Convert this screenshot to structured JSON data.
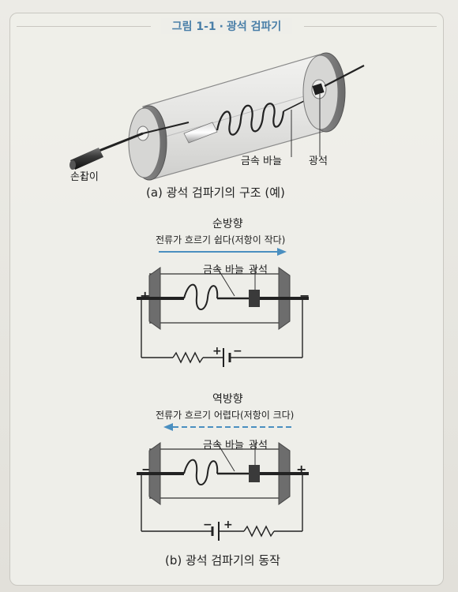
{
  "figure": {
    "number": "그림 1-1",
    "separator": "·",
    "title": "광석 검파기"
  },
  "part_a": {
    "labels": {
      "handle": "손잡이",
      "needle": "금속 바늘",
      "crystal": "광석"
    },
    "caption": "(a) 광석 검파기의 구조 (예)"
  },
  "part_b": {
    "forward": {
      "heading": "순방향",
      "description": "전류가 흐르기 쉽다(저항이 작다)",
      "needle_label": "금속 바늘",
      "crystal_label": "광석",
      "left_polarity": "+",
      "right_polarity": "−",
      "battery_plus": "+",
      "battery_minus": "−"
    },
    "reverse": {
      "heading": "역방향",
      "description": "전류가 흐르기 어렵다(저항이 크다)",
      "needle_label": "금속 바늘",
      "crystal_label": "광석",
      "left_polarity": "−",
      "right_polarity": "+",
      "battery_minus": "−",
      "battery_plus": "+"
    },
    "caption": "(b) 광석 검파기의 동작"
  },
  "colors": {
    "accent": "#4a7fa8",
    "arrow": "#4a8fc0",
    "tube": "#8a8a8a",
    "endcap": "#7d7d7d"
  }
}
